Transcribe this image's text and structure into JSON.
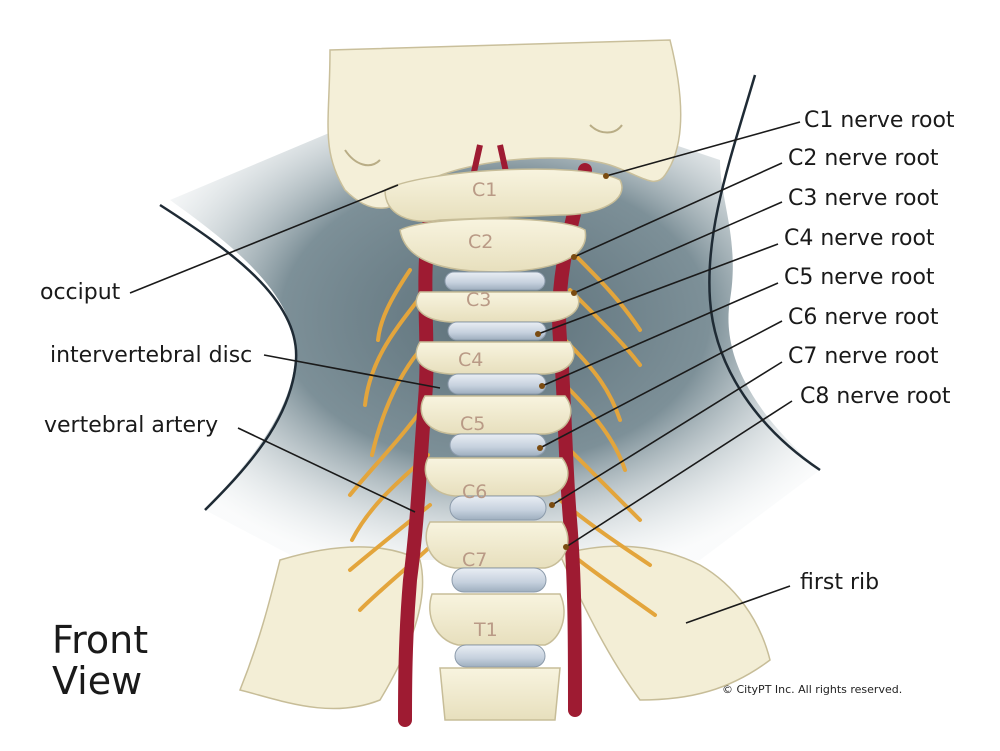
{
  "labels": {
    "occiput": "occiput",
    "intervertebral_disc": "intervertebral disc",
    "vertebral_artery": "vertebral artery",
    "c1": "C1 nerve root",
    "c2": "C2 nerve root",
    "c3": "C3 nerve root",
    "c4": "C4 nerve root",
    "c5": "C5 nerve root",
    "c6": "C6 nerve root",
    "c7": "C7 nerve root",
    "c8": "C8 nerve root",
    "first_rib": "first rib"
  },
  "vertebrae": [
    "C1",
    "C2",
    "C3",
    "C4",
    "C5",
    "C6",
    "C7",
    "T1"
  ],
  "title": {
    "line1": "Front",
    "line2": "View"
  },
  "copyright": "© CityPT Inc. All rights reserved.",
  "colors": {
    "artery": "#9e1b32",
    "nerve": "#e3a53c",
    "bone": "#f4efd8",
    "disc": "#c5d0dd",
    "tissue_shadow": "#5c7079"
  }
}
